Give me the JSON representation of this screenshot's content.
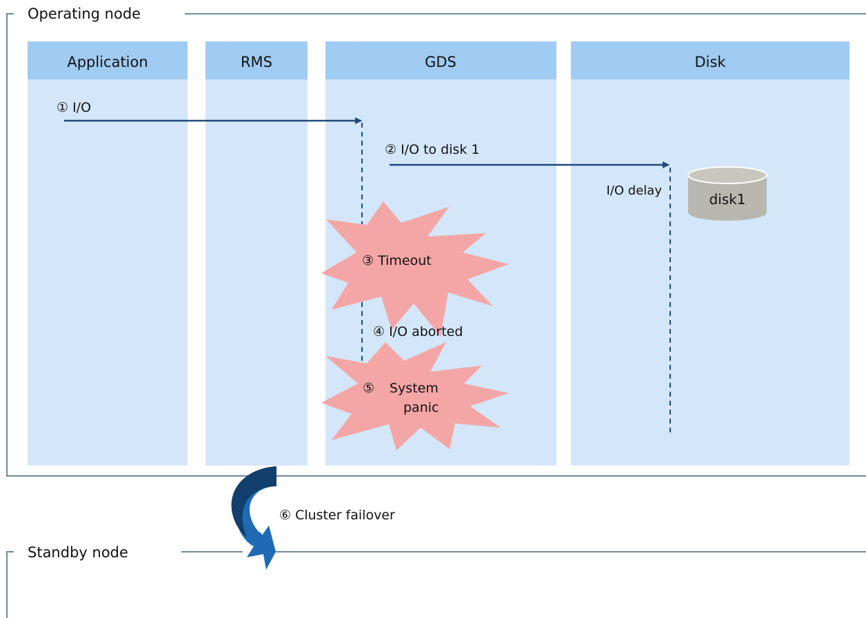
{
  "nodes": {
    "operating": "Operating node",
    "standby": "Standby node"
  },
  "columns": {
    "application": "Application",
    "rms": "RMS",
    "gds": "GDS",
    "disk": "Disk"
  },
  "steps": {
    "io": "① I/O",
    "io_to_disk": "② I/O to disk 1",
    "io_delay": "I/O delay",
    "timeout": "③ Timeout",
    "io_aborted": "④ I/O aborted",
    "system_panic_num": "⑤",
    "system_panic_line1": "System",
    "system_panic_line2": "panic",
    "cluster_failover": "⑥ Cluster failover"
  },
  "disk_label": "disk1",
  "colors": {
    "column_body": "#d4e6f9",
    "column_header": "#a0cbf2",
    "frame": "#6f8a99",
    "arrow": "#1c4a7a",
    "burst": "#f4a6a6",
    "disk": "#b8b8b0",
    "failover_dark": "#123f6b",
    "failover_light": "#1f6ab3"
  },
  "icons": {
    "disk": "cylinder-disk-icon",
    "burst": "explosion-burst-icon",
    "failover": "curved-failover-arrow-icon"
  }
}
